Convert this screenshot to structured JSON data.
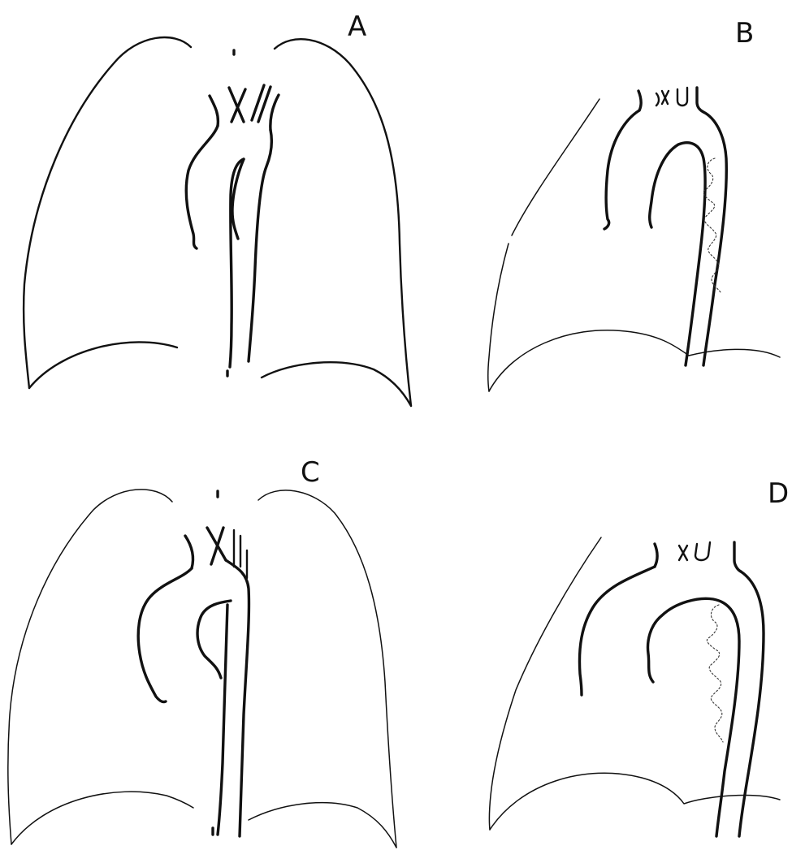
{
  "figure": {
    "panels": [
      {
        "id": "A",
        "label": "A",
        "view": "frontal"
      },
      {
        "id": "B",
        "label": "B",
        "view": "lateral"
      },
      {
        "id": "C",
        "label": "C",
        "view": "frontal"
      },
      {
        "id": "D",
        "label": "D",
        "view": "lateral"
      }
    ]
  },
  "colors": {
    "ink": "#111111",
    "background": "#ffffff"
  }
}
